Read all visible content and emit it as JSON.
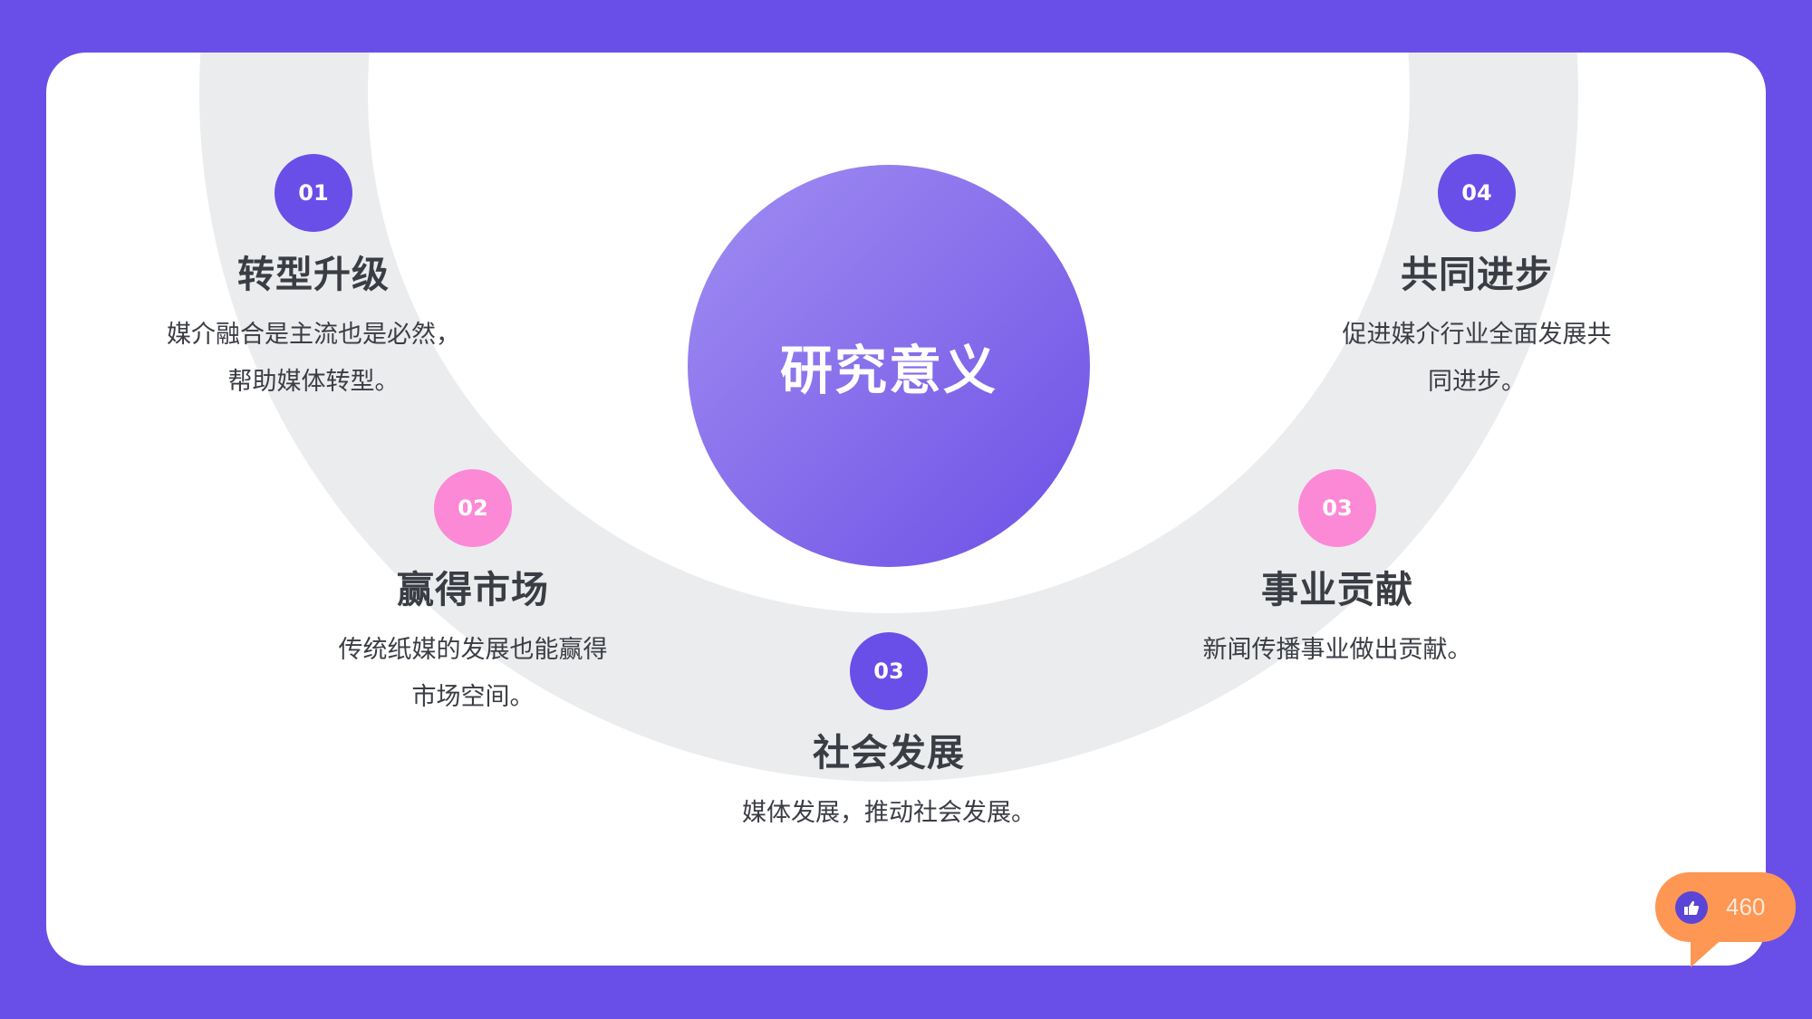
{
  "slide": {
    "center_title": "研究意义",
    "items": [
      {
        "number": "01",
        "title": "转型升级",
        "desc_lines": [
          "媒介融合是主流也是必然，",
          "帮助媒体转型。"
        ],
        "color": "#6a4ee8"
      },
      {
        "number": "02",
        "title": "赢得市场",
        "desc_lines": [
          "传统纸媒的发展也能赢得",
          "市场空间。"
        ],
        "color": "#fb89d6"
      },
      {
        "number": "03",
        "title": "社会发展",
        "desc_lines": [
          "媒体发展，推动社会发展。"
        ],
        "color": "#6a4ee8"
      },
      {
        "number": "03",
        "title": "事业贡献",
        "desc_lines": [
          "新闻传播事业做出贡献。"
        ],
        "color": "#fb89d6"
      },
      {
        "number": "04",
        "title": "共同进步",
        "desc_lines": [
          "促进媒介行业全面发展共",
          "同进步。"
        ],
        "color": "#6a4ee8"
      }
    ]
  },
  "like_badge": {
    "icon": "thumbs-up-icon",
    "count": "460"
  },
  "colors": {
    "frame": "#6a4ee8",
    "ring": "#ebecee",
    "accent_purple": "#6a4ee8",
    "accent_pink": "#fb89d6",
    "badge": "#fd9753",
    "text": "#3a3d44"
  }
}
